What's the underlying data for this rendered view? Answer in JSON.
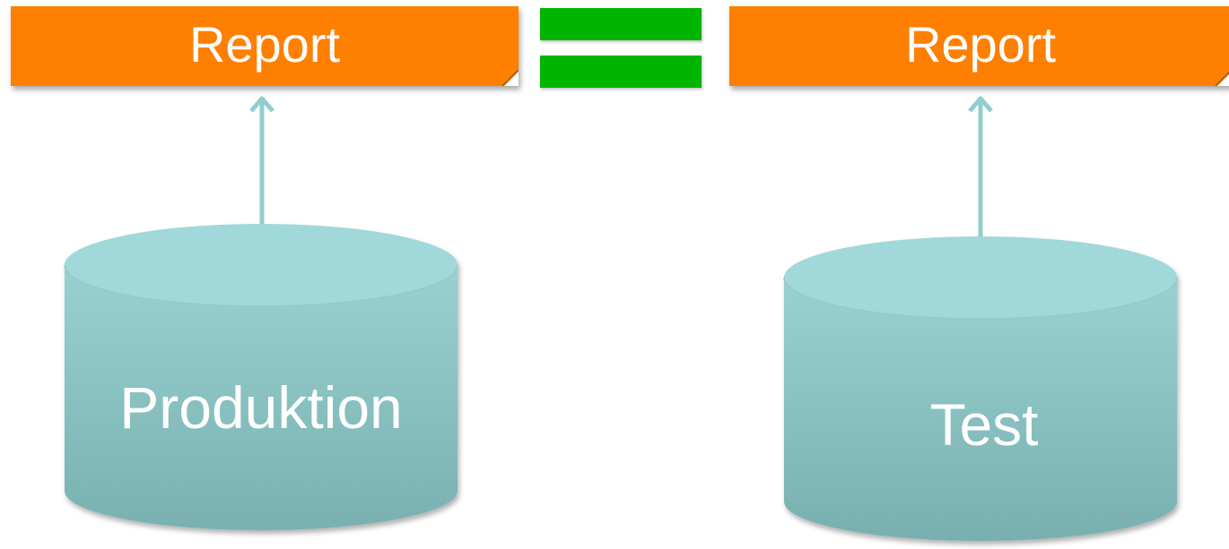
{
  "diagram": {
    "report_left": {
      "label": "Report"
    },
    "report_right": {
      "label": "Report"
    },
    "database_left": {
      "label": "Produktion"
    },
    "database_right": {
      "label": "Test"
    },
    "relation_symbol": "equals-sign",
    "colors": {
      "report_fill": "#ff7f00",
      "equals_fill": "#00b400",
      "database_top": "#9ed6d7",
      "database_bottom": "#79b0b0",
      "arrow": "#93cdcd",
      "text": "#ffffff"
    }
  }
}
